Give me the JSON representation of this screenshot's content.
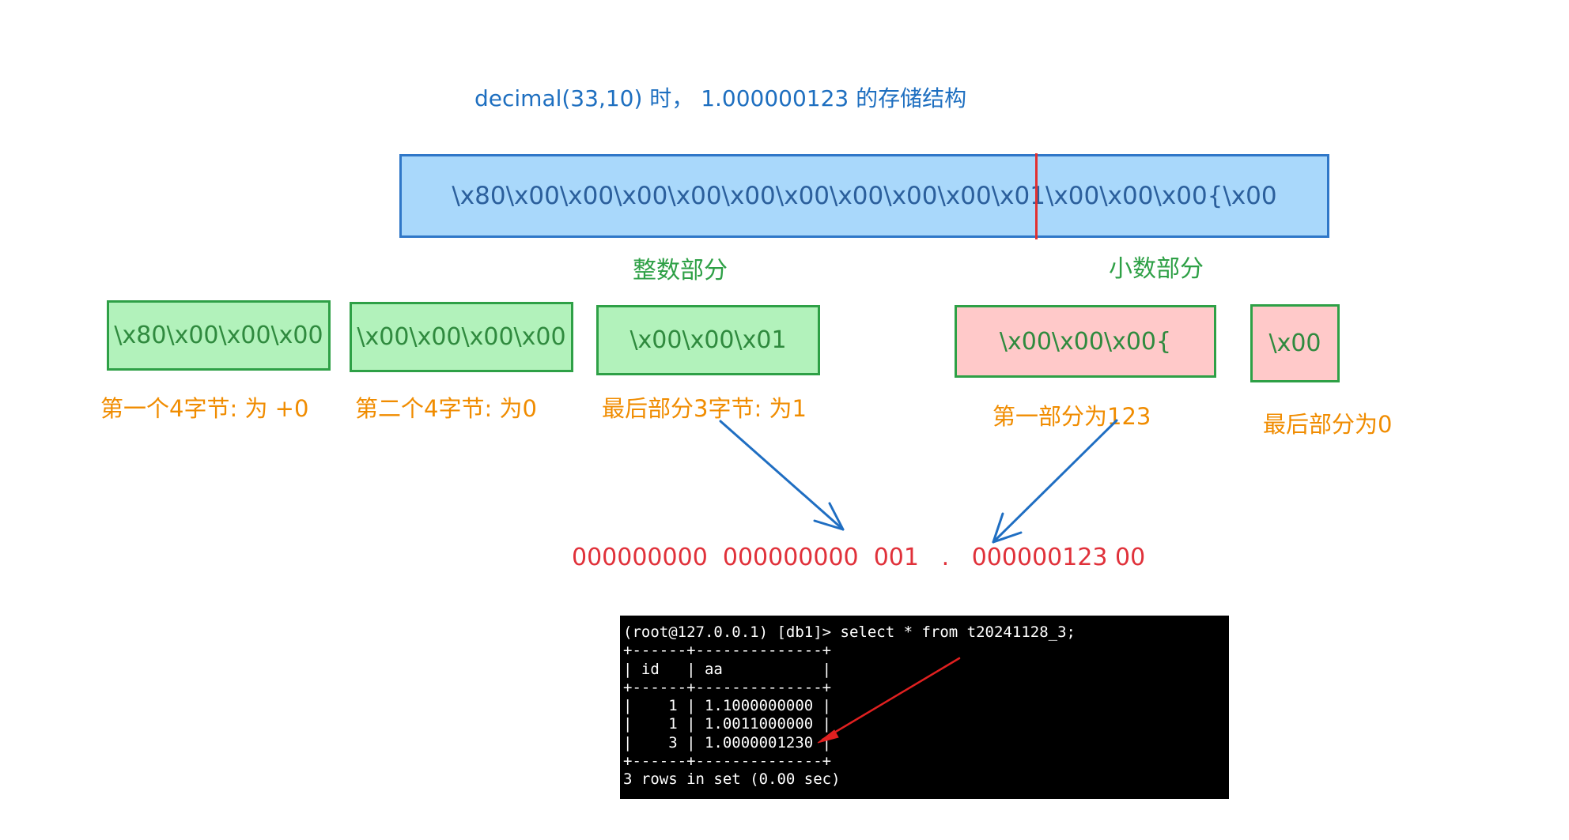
{
  "title": "decimal(33,10) 时， 1.000000123 的存储结构",
  "main_bytes": "\\x80\\x00\\x00\\x00\\x00\\x00\\x00\\x00\\x00\\x00\\x01\\x00\\x00\\x00{\\x00",
  "labels": {
    "integer_part": "整数部分",
    "fraction_part": "小数部分"
  },
  "integer_boxes": [
    {
      "bytes": "\\x80\\x00\\x00\\x00",
      "note": "第一个4字节: 为 +0"
    },
    {
      "bytes": "\\x00\\x00\\x00\\x00",
      "note": "第二个4字节: 为0"
    },
    {
      "bytes": "\\x00\\x00\\x01",
      "note": "最后部分3字节: 为1"
    }
  ],
  "fraction_boxes": [
    {
      "bytes": "\\x00\\x00\\x00{",
      "note": "第一部分为123"
    },
    {
      "bytes": "\\x00",
      "note": "最后部分为0"
    }
  ],
  "digits": "000000000  000000000  001   .   000000123 00",
  "terminal_lines": [
    "(root@127.0.0.1) [db1]> select * from t20241128_3;",
    "+------+--------------+",
    "| id   | aa           |",
    "+------+--------------+",
    "|    1 | 1.1000000000 |",
    "|    1 | 1.0011000000 |",
    "|    3 | 1.0000001230 |",
    "+------+--------------+",
    "3 rows in set (0.00 sec)"
  ],
  "colors": {
    "title": "#1e6fc0",
    "main_box_fill": "#a9d8fb",
    "main_box_border": "#2f77c8",
    "green_box_fill": "#b2f2bb",
    "green_border": "#2ea046",
    "pink_box_fill": "#ffc9c9",
    "note_orange": "#f08c00",
    "digits_red": "#e0313a",
    "arrow_blue": "#1f6ec2",
    "arrow_red": "#e02020",
    "terminal_bg": "#000000"
  }
}
